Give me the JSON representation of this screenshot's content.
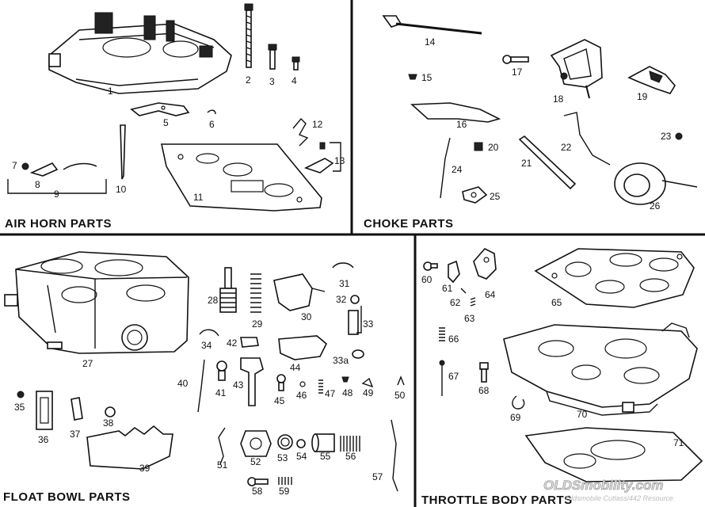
{
  "sections": [
    {
      "key": "air_horn",
      "title": "AIR HORN PARTS"
    },
    {
      "key": "choke",
      "title": "CHOKE PARTS"
    },
    {
      "key": "float_bowl",
      "title": "FLOAT BOWL PARTS"
    },
    {
      "key": "throttle_body",
      "title": "THROTTLE BODY PARTS"
    }
  ],
  "labels": {
    "n1": "1",
    "n2": "2",
    "n3": "3",
    "n4": "4",
    "n5": "5",
    "n6": "6",
    "n7": "7",
    "n8": "8",
    "n9": "9",
    "n10": "10",
    "n11": "11",
    "n12": "12",
    "n13": "13",
    "n14": "14",
    "n15": "15",
    "n16": "16",
    "n17": "17",
    "n18": "18",
    "n19": "19",
    "n20": "20",
    "n21": "21",
    "n22": "22",
    "n23": "23",
    "n24": "24",
    "n25": "25",
    "n26": "26",
    "n27": "27",
    "n28": "28",
    "n29": "29",
    "n30": "30",
    "n31": "31",
    "n32": "32",
    "n33": "33",
    "n33a": "33a",
    "n34": "34",
    "n35": "35",
    "n36": "36",
    "n37": "37",
    "n38": "38",
    "n39": "39",
    "n40": "40",
    "n41": "41",
    "n42": "42",
    "n43": "43",
    "n44": "44",
    "n45": "45",
    "n46": "46",
    "n47": "47",
    "n48": "48",
    "n49": "49",
    "n50": "50",
    "n51": "51",
    "n52": "52",
    "n53": "53",
    "n54": "54",
    "n55": "55",
    "n56": "56",
    "n57": "57",
    "n58": "58",
    "n59": "59",
    "n60": "60",
    "n61": "61",
    "n62": "62",
    "n63": "63",
    "n64": "64",
    "n65": "65",
    "n66": "66",
    "n67": "67",
    "n68": "68",
    "n69": "69",
    "n70": "70",
    "n71": "71"
  },
  "watermark": {
    "main": "OLDSmobility.com",
    "sub": "Oldsmobile Cutlass/442 Resource"
  }
}
